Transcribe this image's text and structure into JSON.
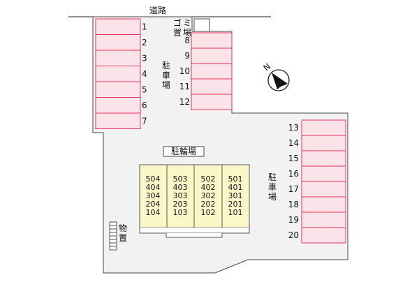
{
  "road_label": "道路",
  "garbage_label": [
    "ゴ",
    "ミ",
    "置",
    "場"
  ],
  "parking_label": [
    "駐",
    "車",
    "場"
  ],
  "bicycle_label": "駐輪場",
  "storage_label": [
    "物",
    "置"
  ],
  "north_label": "N",
  "parking_left": [
    "1",
    "2",
    "3",
    "4",
    "5",
    "6",
    "7"
  ],
  "parking_center": [
    "8",
    "9",
    "10",
    "11",
    "12"
  ],
  "parking_right": [
    "13",
    "14",
    "15",
    "16",
    "17",
    "18",
    "19",
    "20"
  ],
  "building_columns": [
    [
      "504",
      "404",
      "304",
      "204",
      "104"
    ],
    [
      "503",
      "403",
      "303",
      "203",
      "103"
    ],
    [
      "502",
      "402",
      "302",
      "202",
      "102"
    ],
    [
      "501",
      "401",
      "301",
      "201",
      "101"
    ]
  ],
  "colors": {
    "lot_fill": "#f2f2f2",
    "stall_fill": "#fbe3ea",
    "stall_stroke": "#e8315a",
    "building_fill": "#fbf7c9"
  }
}
